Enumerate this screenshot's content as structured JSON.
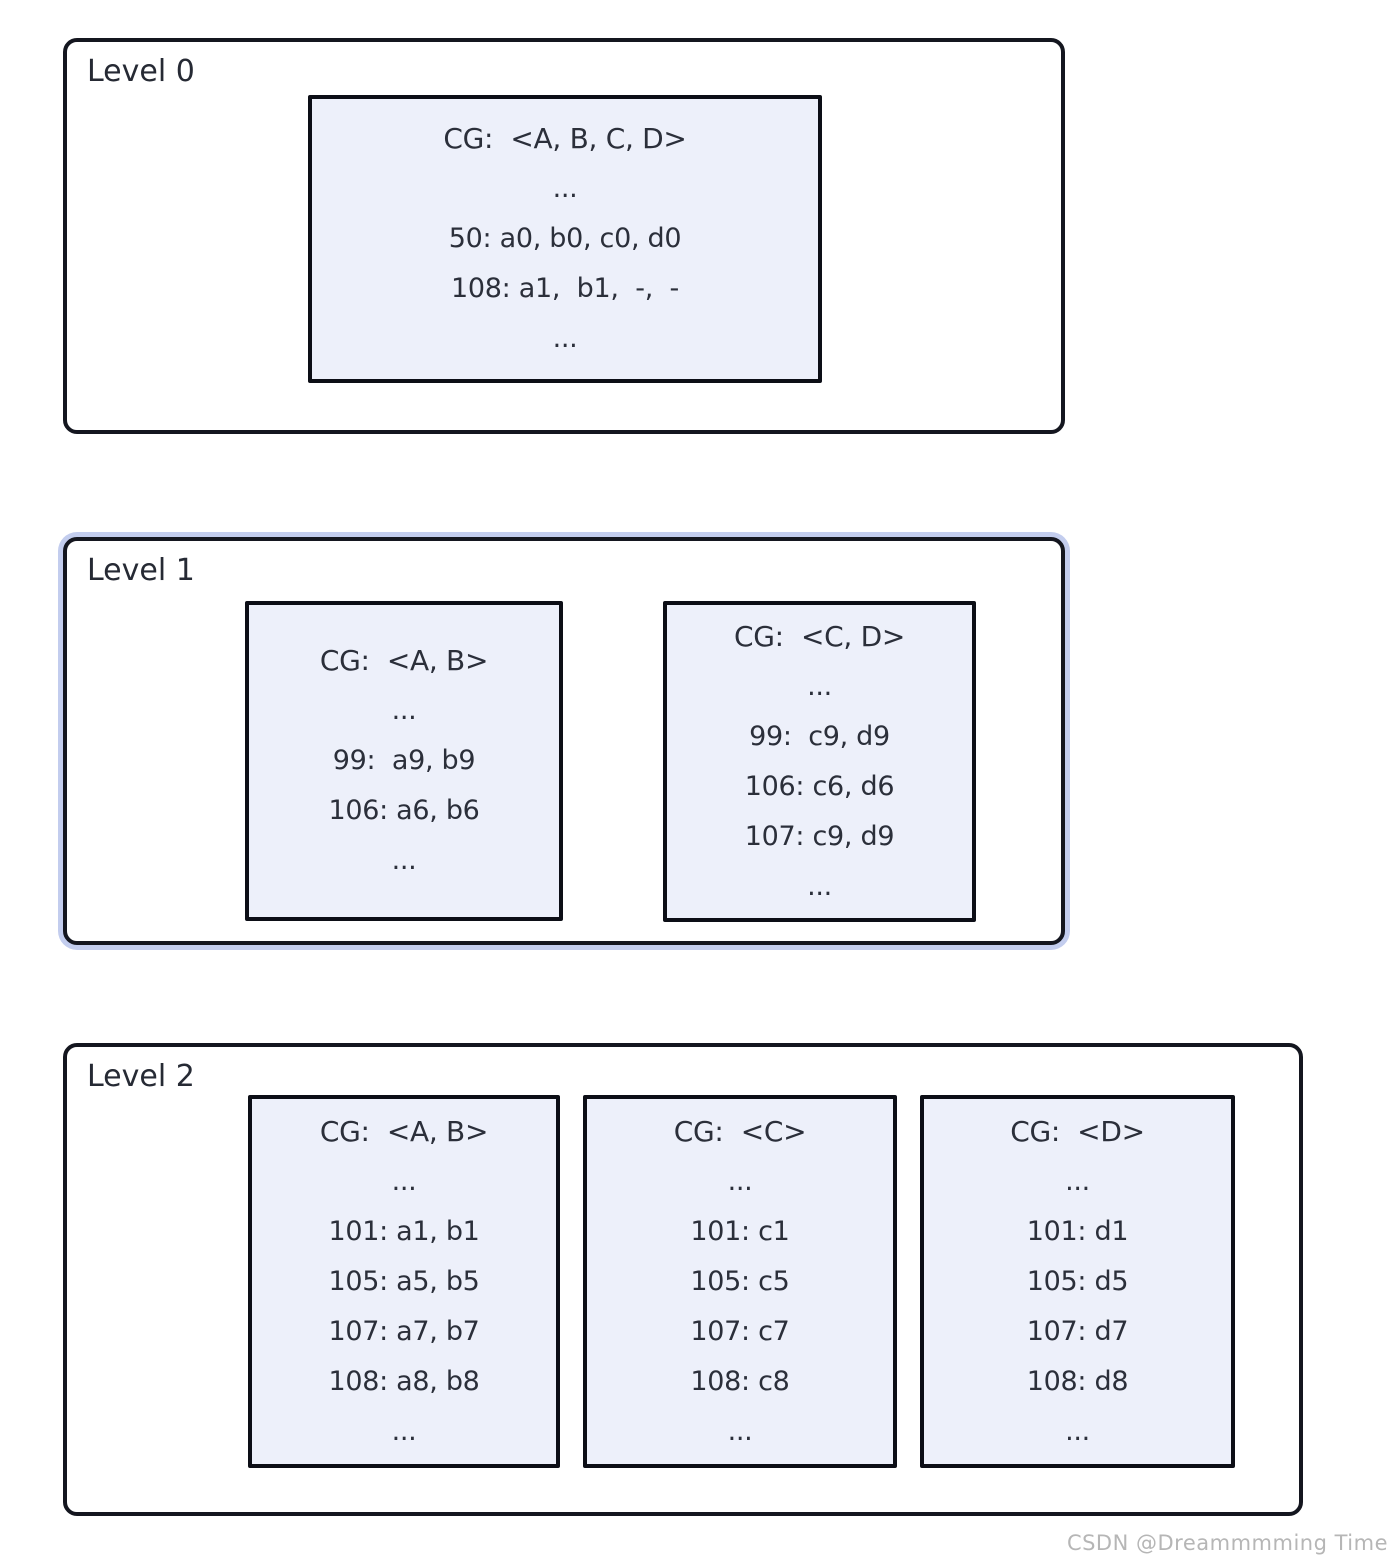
{
  "watermark": "CSDN @Dreammmming Time",
  "colors": {
    "background": "#ffffff",
    "panel_border": "#14161f",
    "level1_highlight": "#c3cdee",
    "node_fill": "#edf0fa",
    "node_border": "#0c0e16",
    "text": "#2b2f3a",
    "watermark_text": "#b6b6b6"
  },
  "levels": [
    {
      "label": "Level 0",
      "highlighted": false,
      "nodes": [
        {
          "header": "CG:  <A, B, C, D>",
          "lines": [
            "...",
            "50: a0, b0, c0, d0",
            "108: a1,  b1,  -,  -",
            "..."
          ]
        }
      ]
    },
    {
      "label": "Level 1",
      "highlighted": true,
      "nodes": [
        {
          "header": "CG:  <A, B>",
          "lines": [
            "...",
            "99:  a9, b9",
            "106: a6, b6",
            "..."
          ]
        },
        {
          "header": "CG:  <C, D>",
          "lines": [
            "...",
            "99:  c9, d9",
            "106: c6, d6",
            "107: c9, d9",
            "..."
          ]
        }
      ]
    },
    {
      "label": "Level 2",
      "highlighted": false,
      "nodes": [
        {
          "header": "CG:  <A, B>",
          "lines": [
            "...",
            "101: a1, b1",
            "105: a5, b5",
            "107: a7, b7",
            "108: a8, b8",
            "..."
          ]
        },
        {
          "header": "CG:  <C>",
          "lines": [
            "...",
            "101: c1",
            "105: c5",
            "107: c7",
            "108: c8",
            "..."
          ]
        },
        {
          "header": "CG:  <D>",
          "lines": [
            "...",
            "101: d1",
            "105: d5",
            "107: d7",
            "108: d8",
            "..."
          ]
        }
      ]
    }
  ]
}
